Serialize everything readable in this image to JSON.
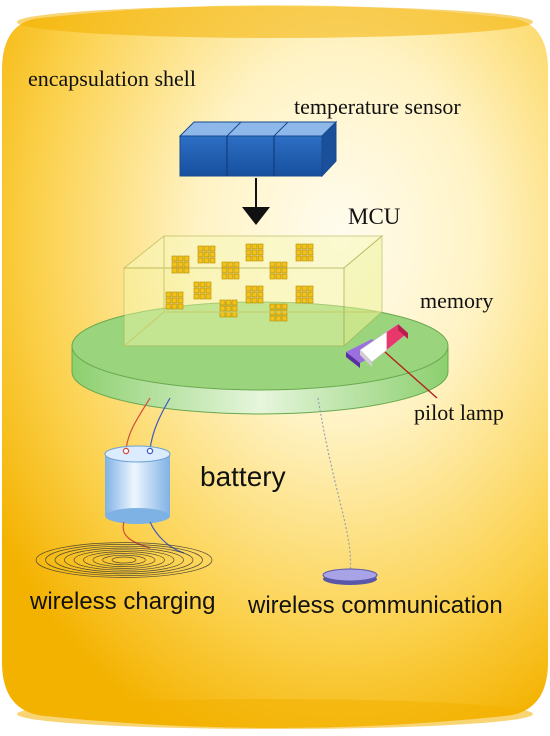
{
  "labels": {
    "shell": "encapsulation shell",
    "temp_sensor": "temperature sensor",
    "mcu": "MCU",
    "memory": "memory",
    "pilot_lamp": "pilot lamp",
    "battery": "battery",
    "wireless_charging": "wireless charging",
    "wireless_communication": "wireless communication"
  },
  "colors": {
    "shell_outer": "#f7b700",
    "shell_inner": "#fffbe8",
    "sensor": "#1f5fb0",
    "board": "#9ad57d",
    "mcu_box": "#f4f5a6",
    "chip": "#f1c21a",
    "memory": "#7a45c6",
    "lamp": "#e8376a",
    "battery": "#8ab9e6",
    "wire_red": "#d64a3a",
    "wire_blue": "#3a5bbf"
  }
}
